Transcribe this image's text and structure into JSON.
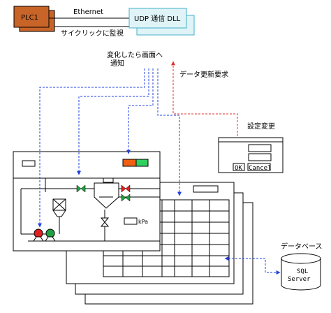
{
  "labels": {
    "plc": "PLC1",
    "ethernet": "Ethernet",
    "udp_dll": "UDP 通信 DLL",
    "cyclic_monitor": "サイクリックに監視",
    "notify_line1": "変化したら画面へ",
    "notify_line2": "通知",
    "data_update_request": "データ更新要求",
    "settings_change": "設定変更",
    "ok_button": "OK",
    "cancel_button": "Cancel",
    "pressure_unit": "kPa",
    "database": "データベース",
    "sql_line1": "SQL",
    "sql_line2": "Server"
  },
  "colors": {
    "plc_fill": "#c86428",
    "dll_fill": "#e0f4f8",
    "dll_stroke": "#40b0c8",
    "blue_arrow": "#2040e0",
    "red_arrow": "#e03030",
    "indicator_orange": "#f06010",
    "indicator_green": "#30d060",
    "pump_red": "#e02020",
    "pump_green": "#20a040"
  }
}
